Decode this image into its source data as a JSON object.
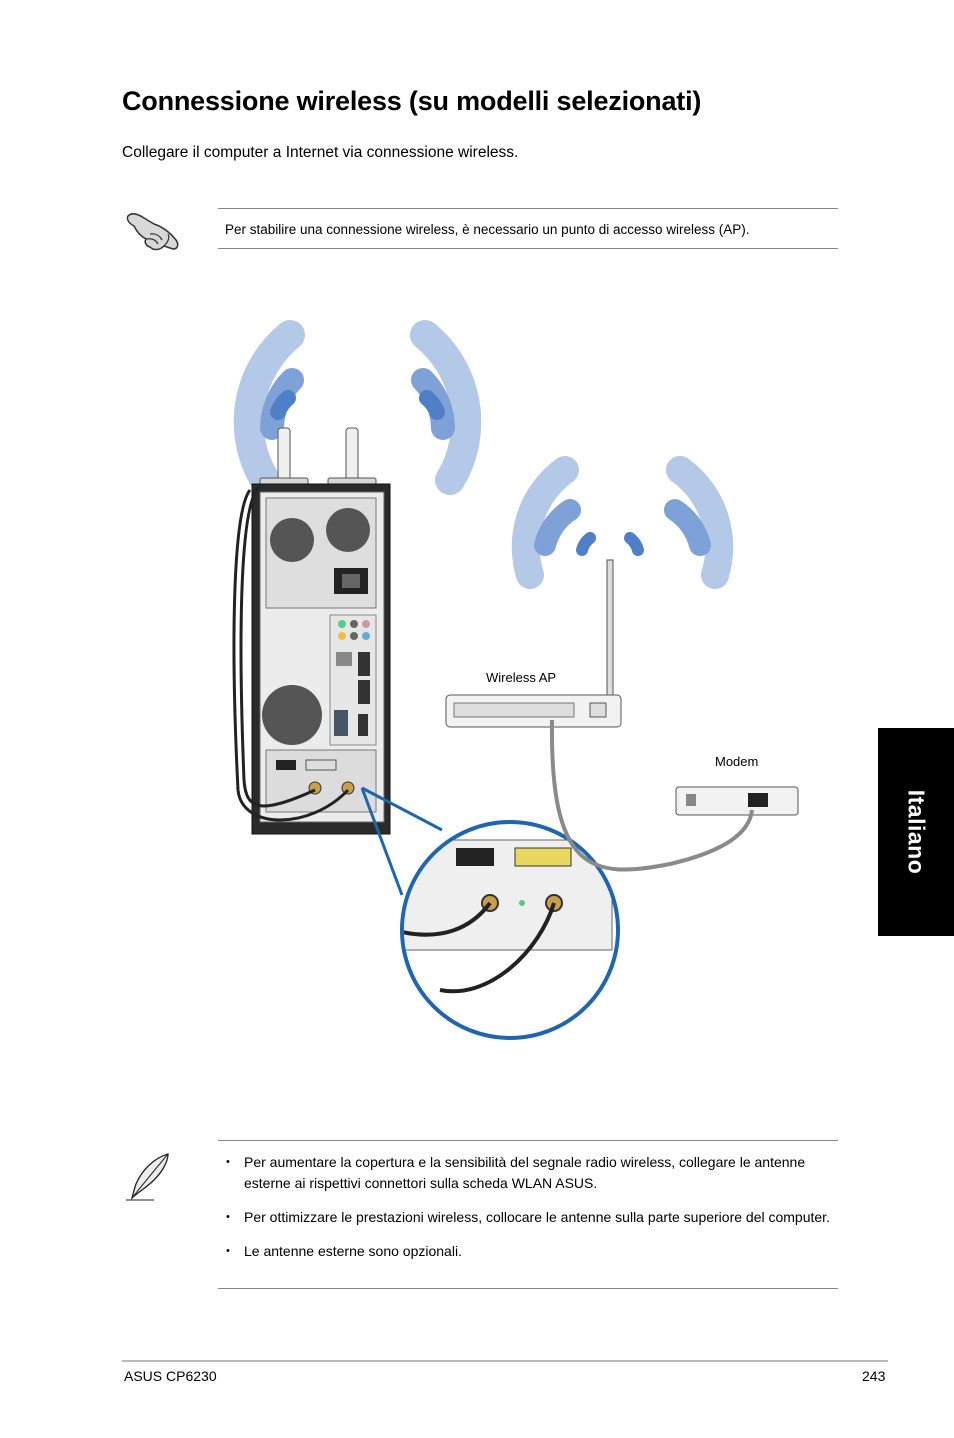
{
  "title": "Connessione wireless (su modelli selezionati)",
  "intro": "Collegare il computer a Internet via connessione wireless.",
  "note": "Per stabilire una connessione wireless, è necessario un punto di accesso wireless (AP).",
  "icons": {
    "note": "pointing-hand-icon",
    "tip": "feather-pen-icon"
  },
  "diagram": {
    "ap_label": "Wireless AP",
    "modem_label": "Modem",
    "colors": {
      "wave_outer": "#b4c8e8",
      "wave_mid": "#7ea2d8",
      "wave_inner": "#4f7fc6",
      "zoom_ring": "#1e66b0",
      "cable": "#8a8a8a"
    }
  },
  "tips": [
    "Per aumentare la copertura e la sensibilità del segnale radio wireless, collegare le antenne esterne ai rispettivi connettori sulla scheda WLAN ASUS.",
    "Per ottimizzare le prestazioni wireless, collocare le antenne sulla parte superiore del computer.",
    "Le antenne esterne sono opzionali."
  ],
  "side_tab": "Italiano",
  "footer": {
    "model": "ASUS CP6230",
    "page": "243"
  }
}
